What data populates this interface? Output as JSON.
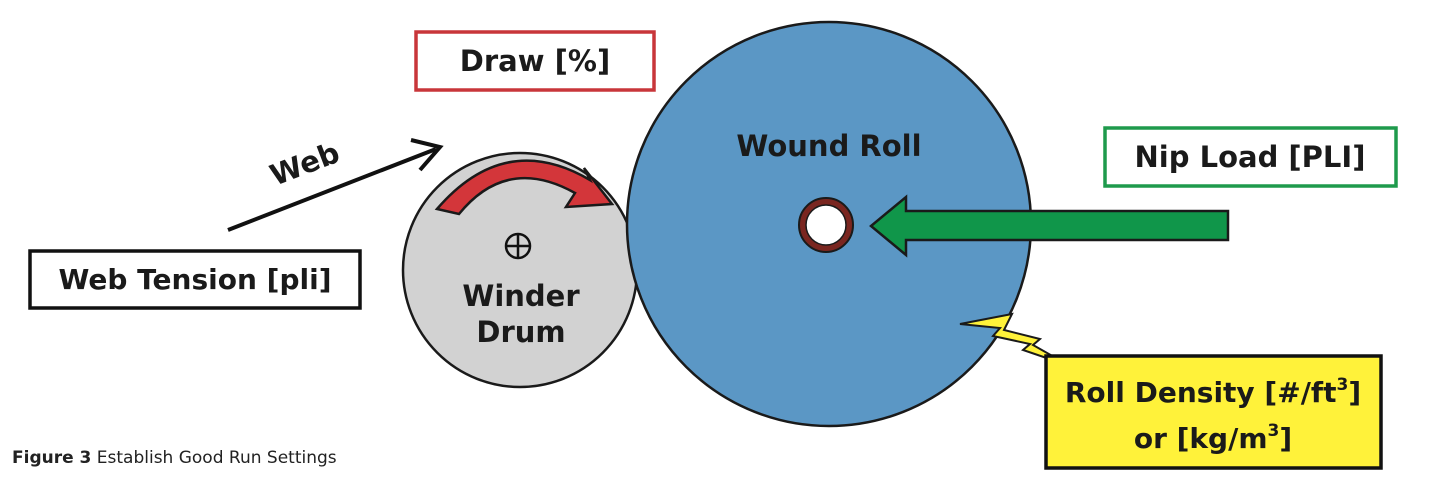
{
  "labels": {
    "draw": "Draw [%]",
    "wound_roll": "Wound Roll",
    "nip_load": "Nip Load [PLI]",
    "web": "Web",
    "web_tension": "Web Tension [pli]",
    "winder_line1": "Winder",
    "winder_line2": "Drum",
    "density_line1_main": "Roll Density [#/ft",
    "density_line1_sup": "3",
    "density_line1_end": "]",
    "density_line2_main": "or [kg/m",
    "density_line2_sup": "3",
    "density_line2_end": "]"
  },
  "caption": {
    "figure_number": "Figure 3",
    "text": " Establish Good Run Settings"
  },
  "colors": {
    "draw_box_border": "#c8363a",
    "nip_box_border": "#1e9a4c",
    "wound_roll_fill": "#5b97c5",
    "drum_fill": "#d2d2d2",
    "curved_arrow_fill": "#d3363a",
    "nip_arrow_fill": "#10964a",
    "core_ring": "#7a2620",
    "density_box_fill": "#fff23a",
    "lightning_fill": "#fff23a"
  }
}
